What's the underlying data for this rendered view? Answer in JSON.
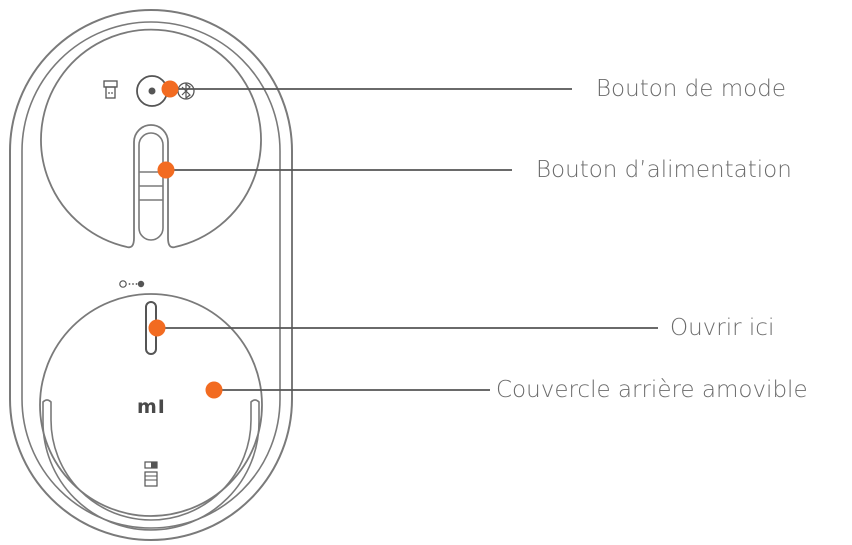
{
  "labels": {
    "mode_button": "Bouton de mode",
    "power_button": "Bouton d’alimentation",
    "open_here": "Ouvrir ici",
    "removable_cover": "Couvercle arrière amovible"
  },
  "logo": "mI",
  "colors": {
    "outline": "#7a7a7a",
    "marker": "#f26b21",
    "leader_line": "#555555",
    "text": "#6b6b6b"
  },
  "icons": [
    "usb-receiver-icon",
    "bluetooth-icon",
    "battery-icon",
    "toggle-icon"
  ]
}
